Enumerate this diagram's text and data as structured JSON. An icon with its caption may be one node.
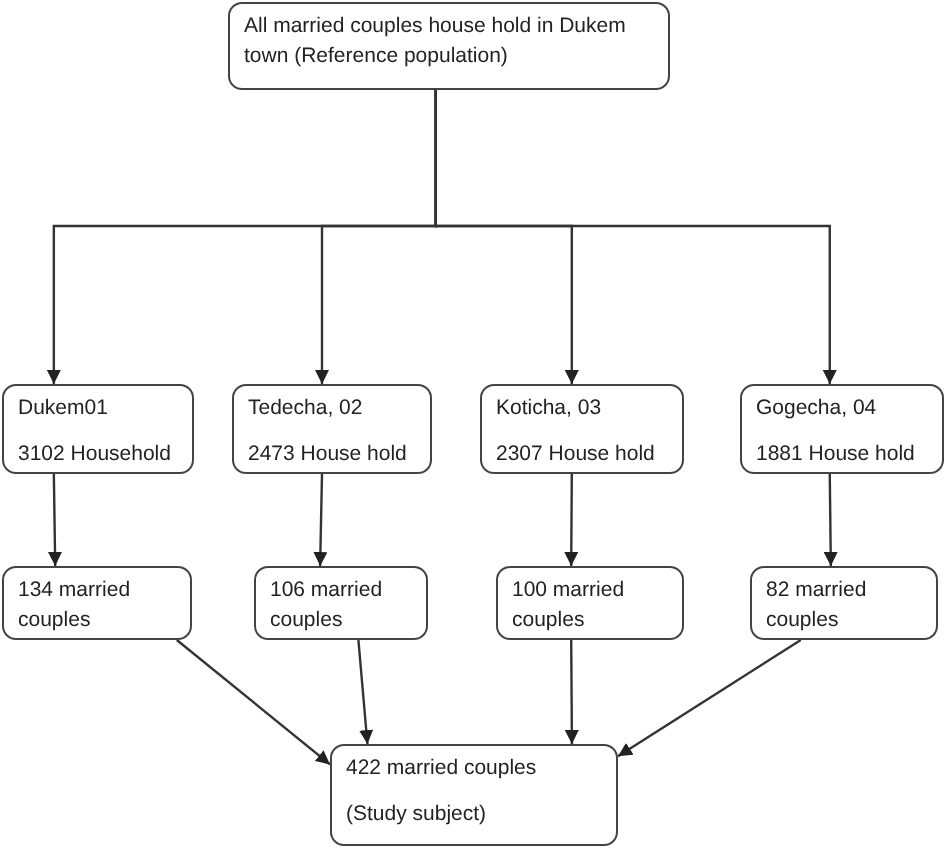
{
  "diagram": {
    "nodes": [
      {
        "text": [
          "All married couples house hold in Dukem town (Reference population)"
        ]
      },
      {
        "text": [
          "Dukem01",
          "3102 Household"
        ]
      },
      {
        "text": [
          "Tedecha, 02",
          "2473 House hold"
        ]
      },
      {
        "text": [
          "Koticha, 03",
          "2307 House hold"
        ]
      },
      {
        "text": [
          "Gogecha, 04",
          "1881 House hold"
        ]
      },
      {
        "text": [
          "134 married couples"
        ]
      },
      {
        "text": [
          "106 married couples"
        ]
      },
      {
        "text": [
          "100 married couples"
        ]
      },
      {
        "text": [
          "82 married couples"
        ]
      },
      {
        "text": [
          "422 married couples",
          "(Study subject)"
        ]
      }
    ],
    "edges": [
      {
        "from": 0,
        "to": 1,
        "arrow": "to"
      },
      {
        "from": 0,
        "to": 2,
        "arrow": "to"
      },
      {
        "from": 0,
        "to": 3,
        "arrow": "to"
      },
      {
        "from": 0,
        "to": 4,
        "arrow": "to"
      },
      {
        "from": 1,
        "to": 5,
        "arrow": "to"
      },
      {
        "from": 2,
        "to": 6,
        "arrow": "to"
      },
      {
        "from": 3,
        "to": 7,
        "arrow": "to"
      },
      {
        "from": 4,
        "to": 8,
        "arrow": "to"
      },
      {
        "from": 5,
        "to": 9,
        "arrow": "to"
      },
      {
        "from": 6,
        "to": 9,
        "arrow": "to"
      },
      {
        "from": 7,
        "to": 9,
        "arrow": "to"
      },
      {
        "from": 8,
        "to": 9,
        "arrow": "to"
      }
    ]
  }
}
